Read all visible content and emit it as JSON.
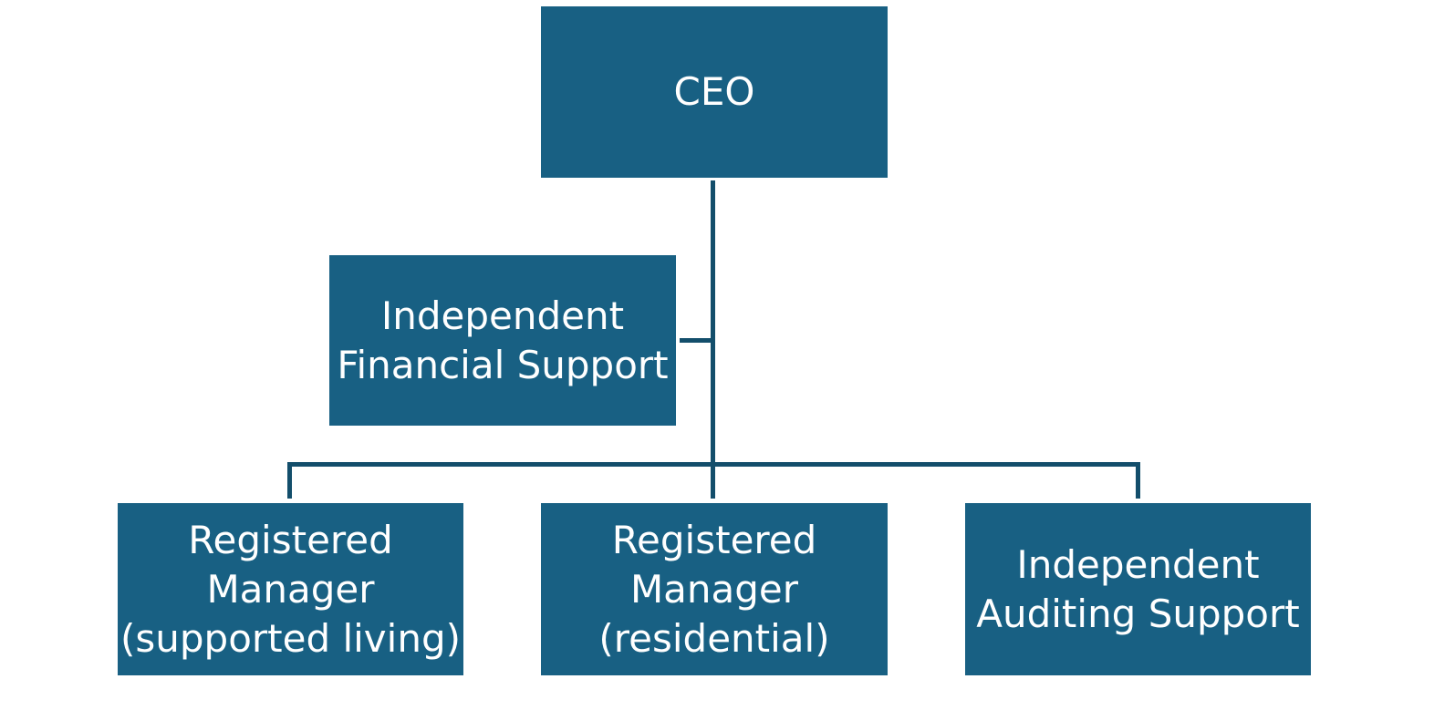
{
  "org_chart": {
    "ceo": {
      "label": "CEO"
    },
    "financial_support": {
      "label": "Independent\nFinancial Support"
    },
    "manager_supported_living": {
      "label": "Registered\nManager\n(supported living)"
    },
    "manager_residential": {
      "label": "Registered\nManager\n(residential)"
    },
    "auditing_support": {
      "label": "Independent\nAuditing Support"
    }
  },
  "colors": {
    "node_fill": "#186083",
    "connector": "#134e6b",
    "text": "#ffffff"
  }
}
